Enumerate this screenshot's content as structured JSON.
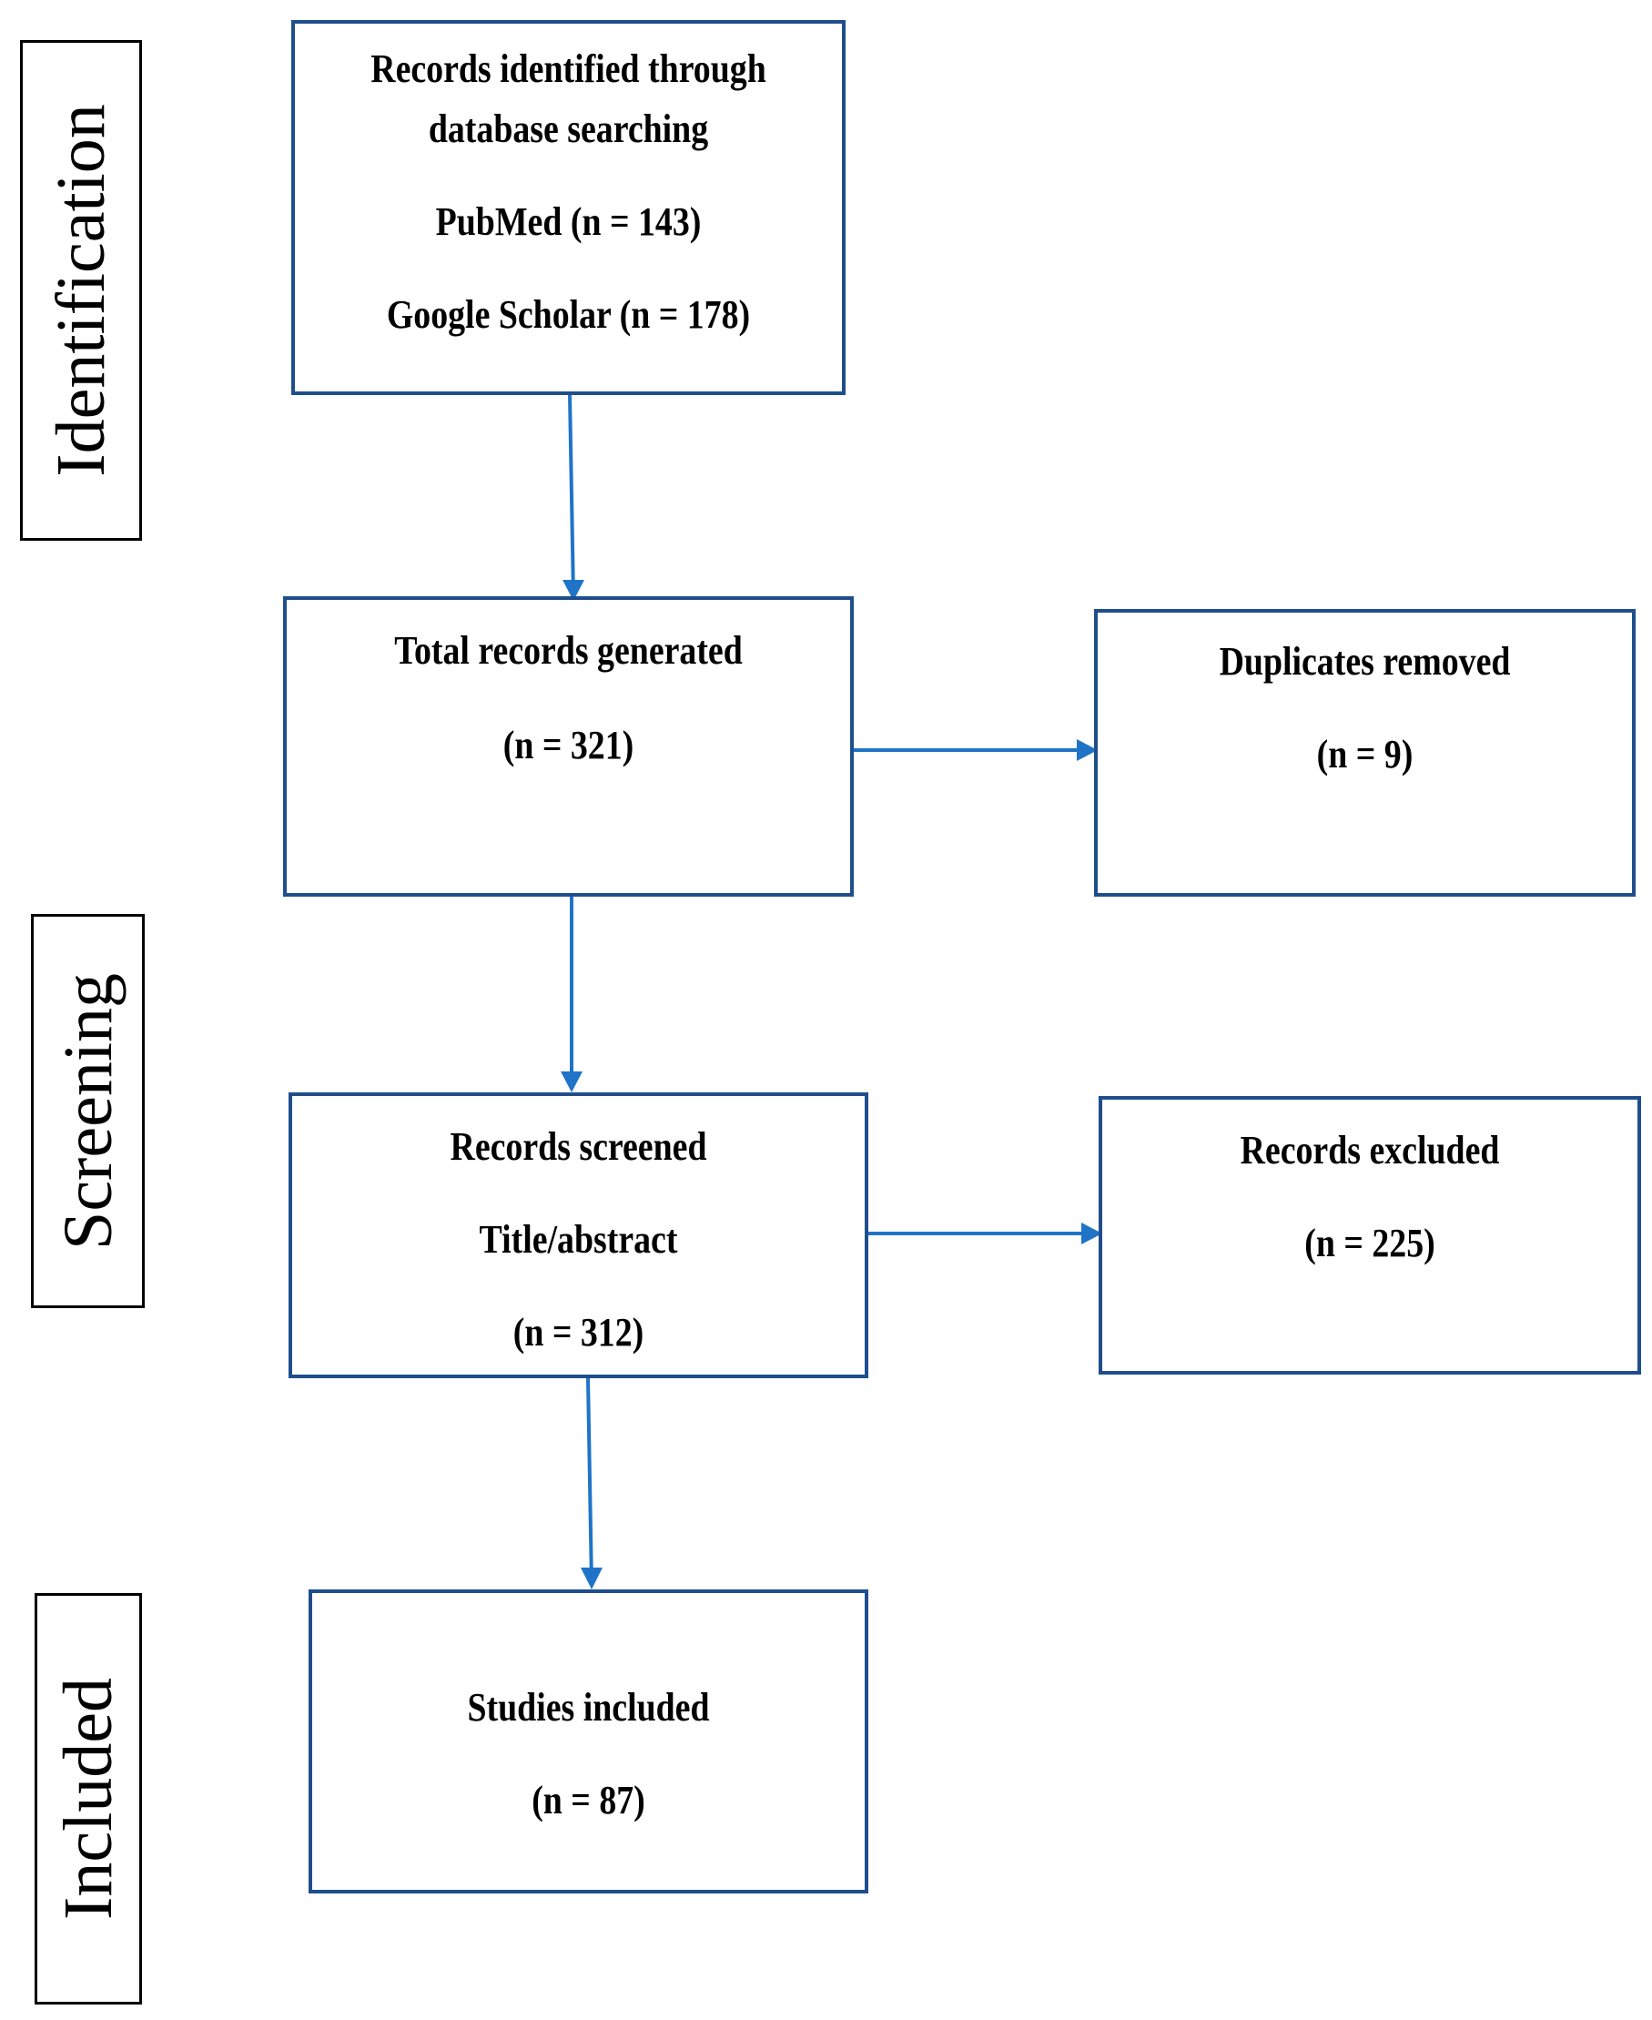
{
  "colors": {
    "box_border": "#1f4e8c",
    "arrow": "#1f74c8",
    "stage_border": "#000000",
    "text": "#000000"
  },
  "stages": {
    "identification": "Identification",
    "screening": "Screening",
    "included": "Included"
  },
  "boxes": {
    "records_identified": {
      "line1": "Records identified through",
      "line2": "database searching",
      "line3": "PubMed (n = 143)",
      "line4": "Google Scholar (n = 178)"
    },
    "total_records": {
      "line1": "Total records generated",
      "line2": "(n = 321)"
    },
    "duplicates_removed": {
      "line1": "Duplicates removed",
      "line2": "(n = 9)"
    },
    "records_screened": {
      "line1": "Records screened",
      "line2": "Title/abstract",
      "line3": "(n = 312)"
    },
    "records_excluded": {
      "line1": "Records excluded",
      "line2": "(n = 225)"
    },
    "studies_included": {
      "line1": "Studies included",
      "line2": "(n = 87)"
    }
  }
}
